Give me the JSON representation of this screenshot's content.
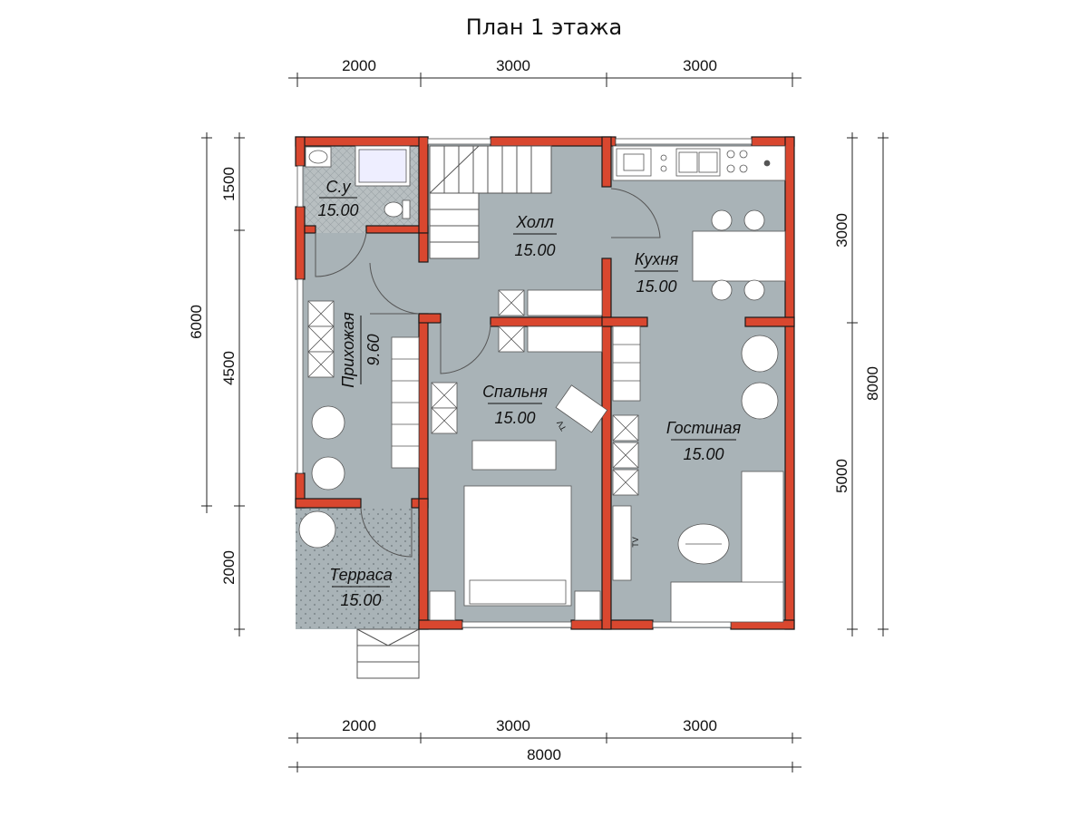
{
  "title": "План 1 этажа",
  "dimensions": {
    "top": [
      "2000",
      "3000",
      "3000"
    ],
    "bottom": [
      "2000",
      "3000",
      "3000"
    ],
    "bottom_total": "8000",
    "left_inner": [
      "1500",
      "4500",
      "2000"
    ],
    "left_outer": "6000",
    "right_inner": [
      "3000",
      "5000"
    ],
    "right_outer": "8000"
  },
  "rooms": {
    "bathroom": {
      "name": "С.у",
      "area": "15.00"
    },
    "hall": {
      "name": "Холл",
      "area": "15.00"
    },
    "kitchen": {
      "name": "Кухня",
      "area": "15.00"
    },
    "entrance": {
      "name": "Прихожая",
      "area": "9.60"
    },
    "bedroom": {
      "name": "Спальня",
      "area": "15.00"
    },
    "living": {
      "name": "Гостиная",
      "area": "15.00"
    },
    "terrace": {
      "name": "Терраса",
      "area": "15.00"
    }
  },
  "labels": {
    "tv1": "TV",
    "tv2": "TV"
  },
  "colors": {
    "wall": "#d9472f",
    "wall_stroke": "#1a1a1a",
    "floor": "#a9b3b7",
    "white": "#ffffff"
  }
}
